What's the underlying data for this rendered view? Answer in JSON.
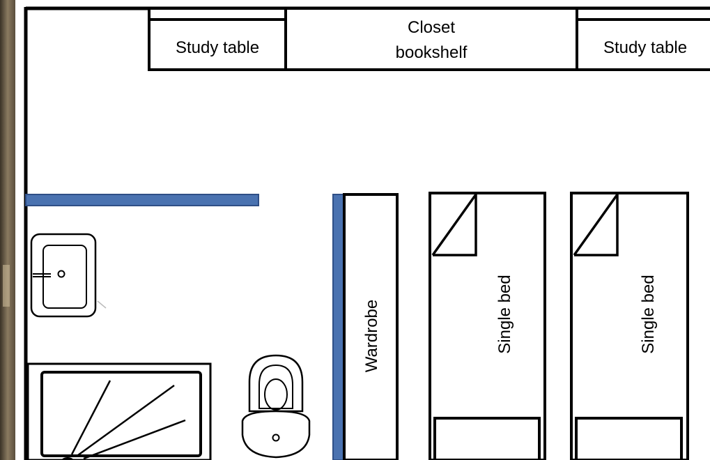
{
  "plan": {
    "labels": {
      "study_table_left": "Study table",
      "closet_line1": "Closet",
      "closet_line2": "bookshelf",
      "study_table_right": "Study table",
      "wardrobe": "Wardrobe",
      "bed_left": "Single bed",
      "bed_right": "Single bed"
    },
    "colors": {
      "wall": "#000000",
      "partition": "#4a72b0",
      "photo_strip": "#7d6e58",
      "background": "#ffffff"
    },
    "icons": [
      "sink-icon",
      "shower-icon",
      "toilet-icon"
    ]
  }
}
